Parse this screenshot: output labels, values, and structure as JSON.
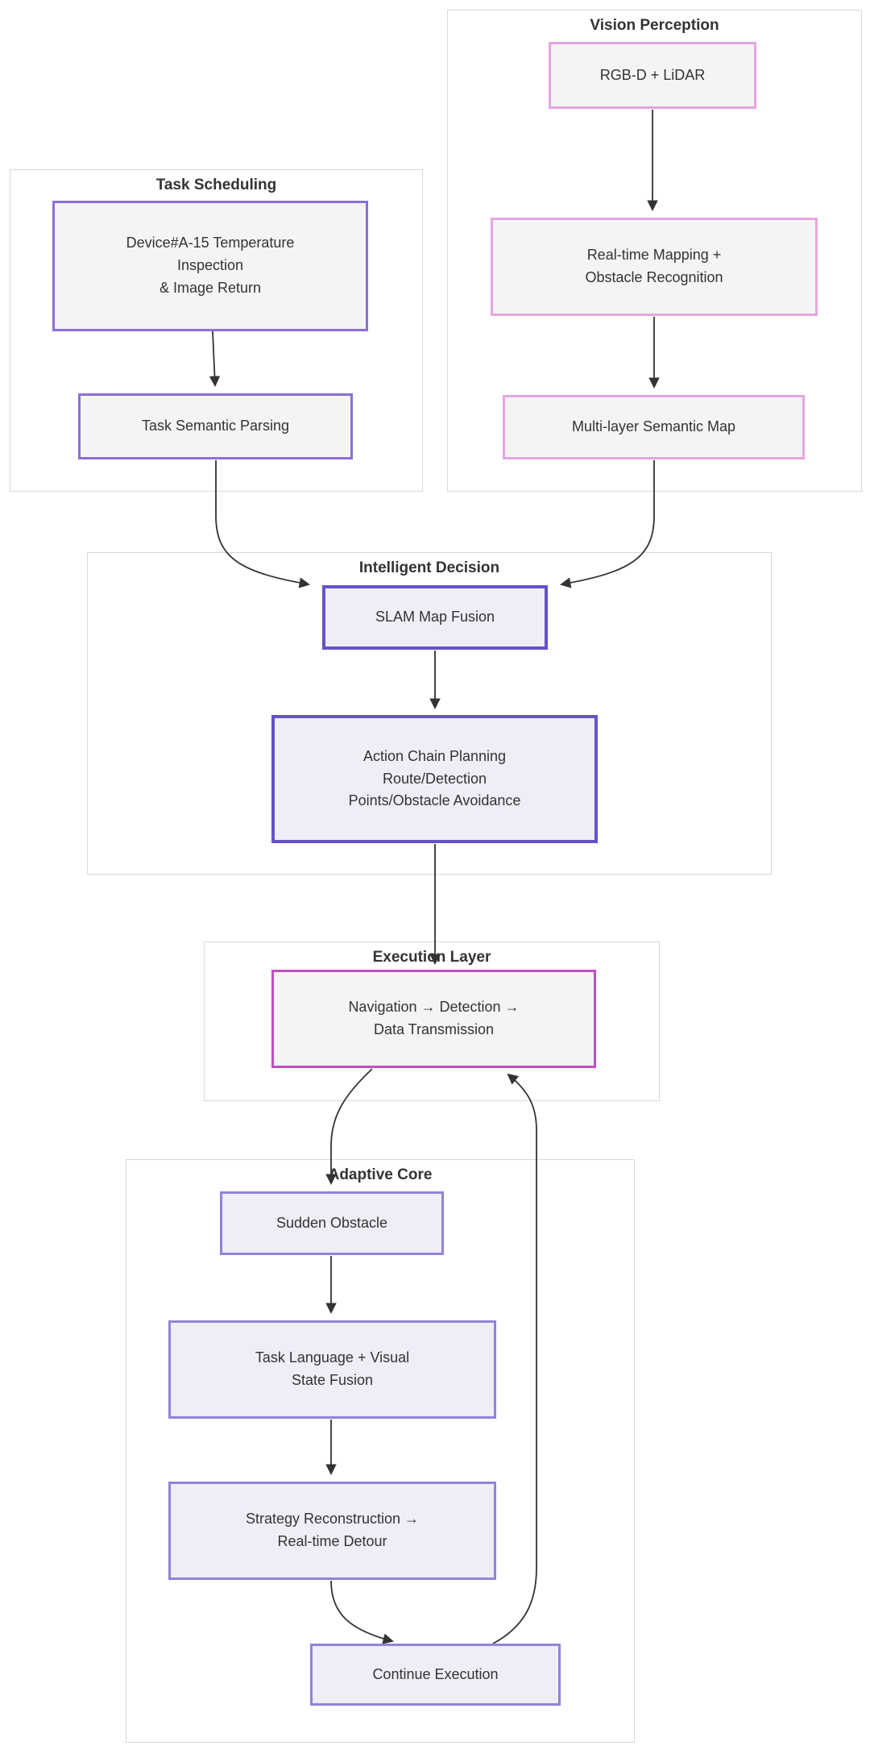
{
  "diagram": {
    "type": "flowchart",
    "subgraphs": {
      "vision": {
        "title": "Vision Perception"
      },
      "task": {
        "title": "Task Scheduling"
      },
      "decision": {
        "title": "Intelligent Decision"
      },
      "execution": {
        "title": "Execution Layer"
      },
      "adaptive": {
        "title": "Adaptive Core"
      }
    },
    "nodes": {
      "rgbd": {
        "label": "RGB-D + LiDAR",
        "subgraph": "vision"
      },
      "mapping": {
        "label": "Real-time Mapping +\nObstacle Recognition",
        "subgraph": "vision"
      },
      "semmap": {
        "label": "Multi-layer Semantic Map",
        "subgraph": "vision"
      },
      "device": {
        "label": "Device#A-15 Temperature\nInspection\n& Image Return",
        "subgraph": "task"
      },
      "parsing": {
        "label": "Task Semantic Parsing",
        "subgraph": "task"
      },
      "slam": {
        "label": "SLAM Map Fusion",
        "subgraph": "decision"
      },
      "action": {
        "label": "Action Chain Planning\nRoute/Detection\nPoints/Obstacle Avoidance",
        "subgraph": "decision"
      },
      "nav": {
        "label": "Navigation → Detection →\nData Transmission",
        "subgraph": "execution"
      },
      "obstacle": {
        "label": "Sudden Obstacle",
        "subgraph": "adaptive"
      },
      "fusion": {
        "label": "Task Language + Visual\nState Fusion",
        "subgraph": "adaptive"
      },
      "strategy": {
        "label": "Strategy Reconstruction →\nReal-time Detour",
        "subgraph": "adaptive"
      },
      "continue": {
        "label": "Continue Execution",
        "subgraph": "adaptive"
      }
    },
    "edges": [
      {
        "from": "rgbd",
        "to": "mapping"
      },
      {
        "from": "mapping",
        "to": "semmap"
      },
      {
        "from": "semmap",
        "to": "slam"
      },
      {
        "from": "device",
        "to": "parsing"
      },
      {
        "from": "parsing",
        "to": "slam"
      },
      {
        "from": "slam",
        "to": "action"
      },
      {
        "from": "action",
        "to": "nav"
      },
      {
        "from": "nav",
        "to": "obstacle"
      },
      {
        "from": "obstacle",
        "to": "fusion"
      },
      {
        "from": "fusion",
        "to": "strategy"
      },
      {
        "from": "strategy",
        "to": "continue"
      },
      {
        "from": "continue",
        "to": "nav"
      }
    ],
    "colors": {
      "background": "#ffffff",
      "node_fill_gray": "#f5f4f5",
      "node_fill_lavender": "#efedf6",
      "border_pink": "#e8a4de",
      "border_purple": "#8b6fd6",
      "border_thick_purple": "#6353c9",
      "border_magenta": "#c44dc8",
      "border_soft_purple": "#9283d9",
      "subgraph_border": "#d9d9d9",
      "edge_stroke": "#333333",
      "text": "#333333"
    }
  }
}
